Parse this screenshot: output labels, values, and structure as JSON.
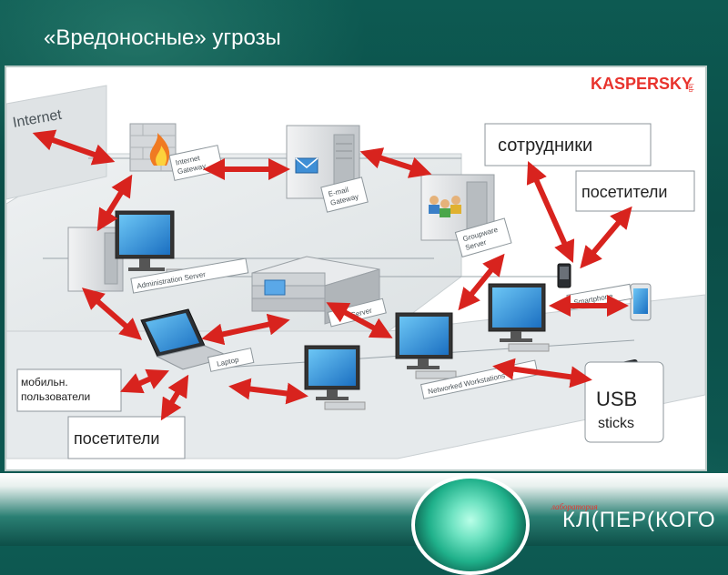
{
  "slide": {
    "title": "«Вредоносные» угрозы"
  },
  "diagram": {
    "brand_logo": "KASPERSKY",
    "brand_lab": "lab",
    "labels": {
      "internet": "Internet",
      "internet_gateway": [
        "Internet",
        "Gateway"
      ],
      "email_gateway": [
        "E-mail",
        "Gateway"
      ],
      "groupware_server": [
        "Groupware",
        "Server"
      ],
      "administration_server": "Administration Server",
      "file_server": "Server",
      "smartphone": "Smartphone",
      "laptop": "Laptop",
      "networked_workstations": "Networked Workstations"
    },
    "callouts": {
      "employees": "сотрудники",
      "visitors_right": "посетители",
      "mobile_users": [
        "мобильн.",
        "пользователи"
      ],
      "visitors_left": "посетители",
      "usb": [
        "USB",
        "sticks"
      ]
    }
  },
  "footer": {
    "logo_text": "КЛ(ПЕР(КОГО",
    "logo_script": "лаборатория"
  },
  "colors": {
    "arrow": "#d8231e",
    "screen": "#2a8fd8",
    "device": "#d9dcdf",
    "accent": "#e8332d"
  }
}
